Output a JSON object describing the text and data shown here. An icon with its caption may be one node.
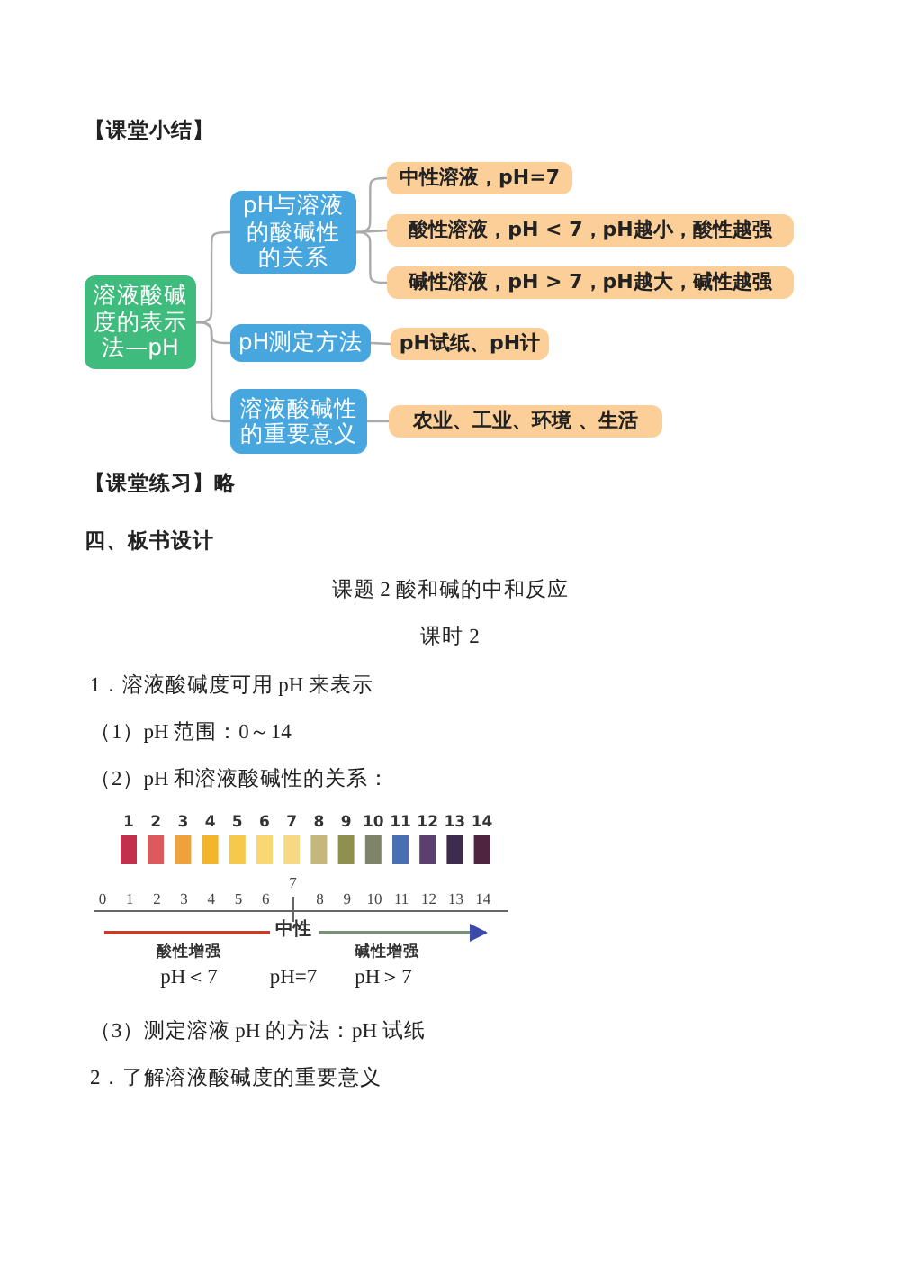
{
  "diagram": {
    "nodes": [
      {
        "text": [
          "溶液酸碱度的表示法—pH"
        ]
      },
      {
        "text": [
          "pH与溶液的酸碱性的关系"
        ]
      },
      {
        "text": [
          "pH测定方法"
        ]
      },
      {
        "text": [
          "溶液酸碱性的重要意义"
        ]
      },
      {
        "text": [
          "中性溶液，pH=7"
        ]
      },
      {
        "text": [
          "酸性溶液，pH < 7，pH越小，酸性越强"
        ]
      },
      {
        "text": [
          "碱性溶液，pH > 7，pH越大，碱性越强"
        ]
      },
      {
        "text": [
          "pH试纸、pH计"
        ]
      },
      {
        "text": [
          "农业、工业、环境 、生活"
        ]
      }
    ],
    "edges": [
      {
        "from": 0,
        "to": 1,
        "arrow": "none"
      },
      {
        "from": 0,
        "to": 2,
        "arrow": "none"
      },
      {
        "from": 0,
        "to": 3,
        "arrow": "none"
      },
      {
        "from": 1,
        "to": 4,
        "arrow": "none"
      },
      {
        "from": 1,
        "to": 5,
        "arrow": "none"
      },
      {
        "from": 1,
        "to": 6,
        "arrow": "none"
      },
      {
        "from": 2,
        "to": 7,
        "arrow": "none"
      },
      {
        "from": 3,
        "to": 8,
        "arrow": "none"
      }
    ],
    "labels": [
      "【课堂小结】",
      "【课堂练习】略",
      "四、板书设计",
      "课题 2 酸和碱的中和反应",
      "课时 2",
      "1．溶液酸碱度可用 pH 来表示",
      "（1）pH 范围：0～14",
      "（2）pH 和溶液酸碱性的关系：",
      "1",
      "2",
      "3",
      "4",
      "5",
      "6",
      "7",
      "8",
      "9",
      "10",
      "11",
      "12",
      "13",
      "14",
      "0",
      "1",
      "2",
      "3",
      "4",
      "5",
      "6",
      "7",
      "8",
      "9",
      "10",
      "11",
      "12",
      "13",
      "14",
      "中性",
      "酸性增强",
      "碱性增强",
      "pH＜7",
      "pH=7",
      "pH＞7",
      "（3）测定溶液 pH 的方法：pH 试纸",
      "2．了解溶液酸碱度的重要意义"
    ]
  }
}
